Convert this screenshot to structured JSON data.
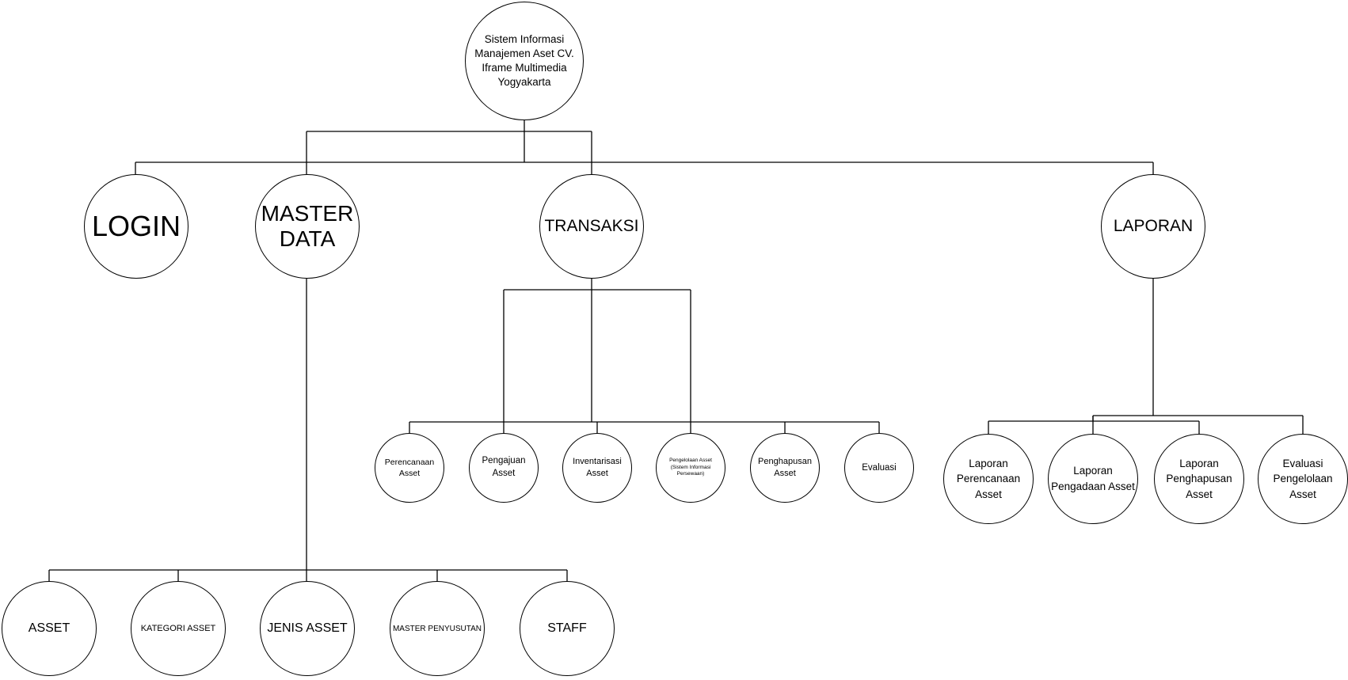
{
  "root": "Sistem Informasi\nManajemen Aset CV.\nIframe Multimedia\nYogyakarta",
  "level1": {
    "login": "LOGIN",
    "master_data": "MASTER\nDATA",
    "transaksi": "TRANSAKSI",
    "laporan": "LAPORAN"
  },
  "master_data_children": [
    "ASSET",
    "KATEGORI ASSET",
    "JENIS ASSET",
    "MASTER PENYUSUTAN",
    "STAFF"
  ],
  "transaksi_children": [
    "Perencanaan\nAsset",
    "Pengajuan\nAsset",
    "Inventarisasi\nAsset",
    "Pengelolaan Asset\n(Sistem Informasi\nPersewaan)",
    "Penghapusan\nAsset",
    "Evaluasi"
  ],
  "laporan_children": [
    "Laporan\nPerencanaan\nAsset",
    "Laporan\nPengadaan Asset",
    "Laporan\nPenghapusan\nAsset",
    "Evaluasi\nPengelolaan\nAsset"
  ]
}
